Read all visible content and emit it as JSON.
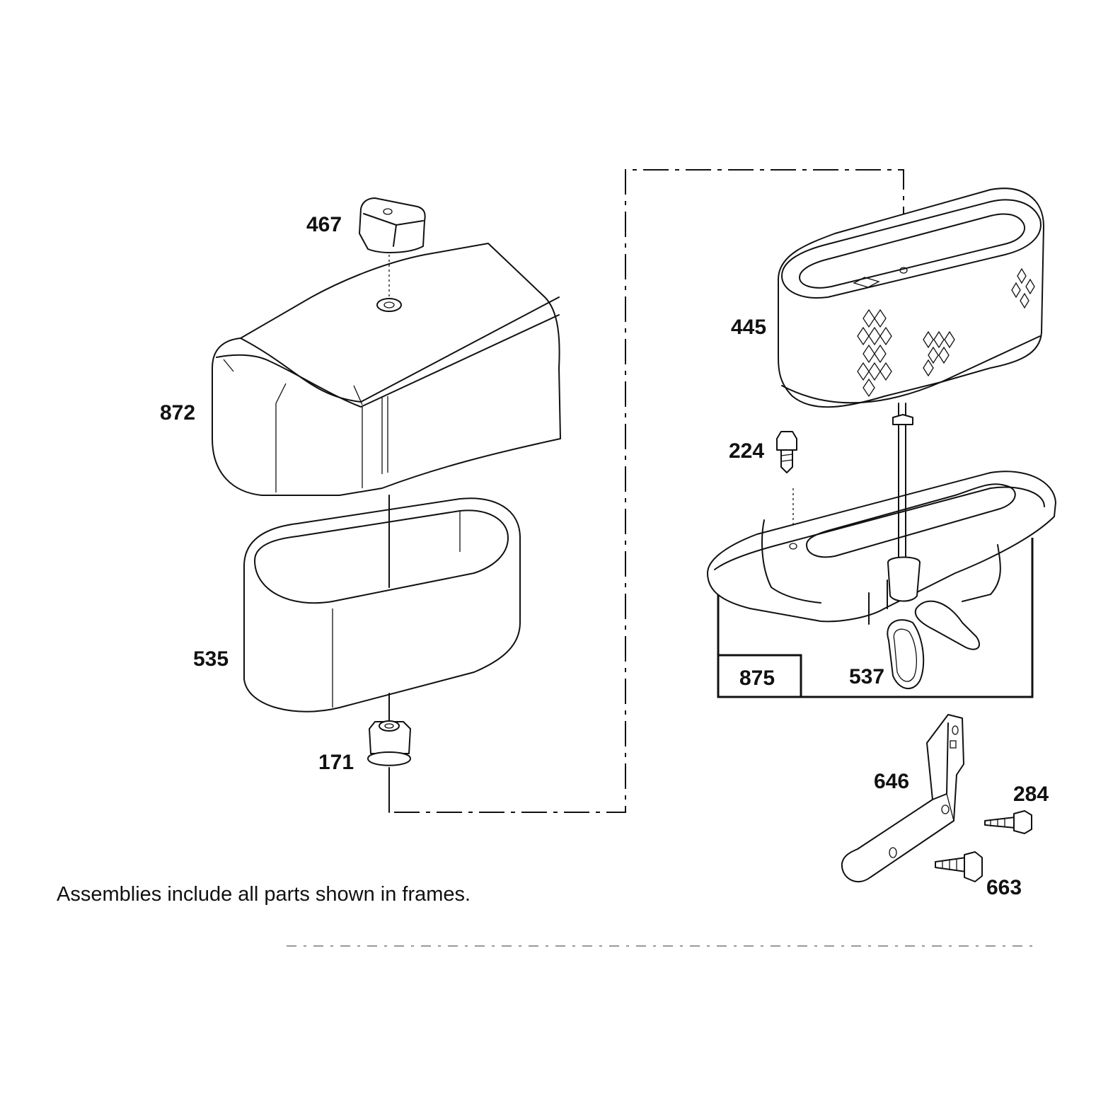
{
  "diagram": {
    "parts": [
      {
        "id": "p467",
        "number": "467"
      },
      {
        "id": "p872",
        "number": "872"
      },
      {
        "id": "p535",
        "number": "535"
      },
      {
        "id": "p171",
        "number": "171"
      },
      {
        "id": "p445",
        "number": "445"
      },
      {
        "id": "p224",
        "number": "224"
      },
      {
        "id": "p875",
        "number": "875"
      },
      {
        "id": "p537",
        "number": "537"
      },
      {
        "id": "p646",
        "number": "646"
      },
      {
        "id": "p284",
        "number": "284"
      },
      {
        "id": "p663",
        "number": "663"
      }
    ],
    "note": "Assemblies include all parts shown in frames."
  }
}
